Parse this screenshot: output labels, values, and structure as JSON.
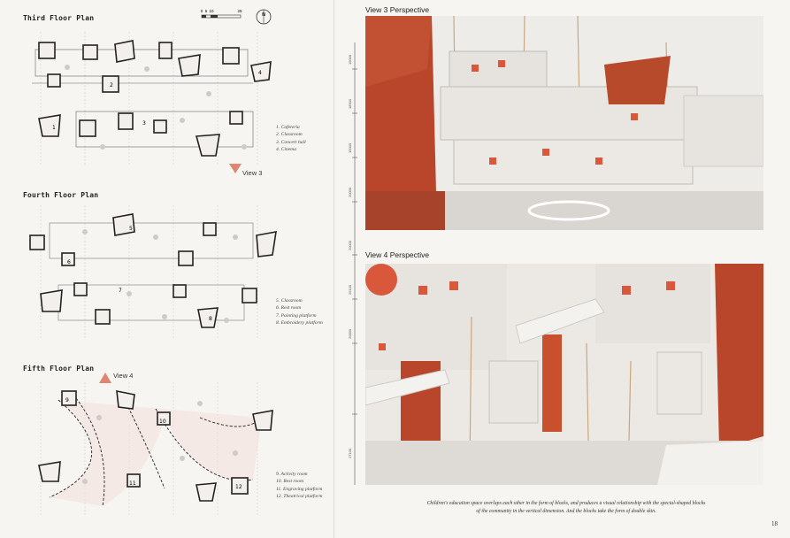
{
  "left_page": {
    "scale_labels": [
      "0",
      "5",
      "10",
      "25"
    ],
    "north_label": "N",
    "third_floor": {
      "title": "Third Floor Plan",
      "legend": [
        "1. Cafeteria",
        "2. Classroom",
        "3. Concert hall",
        "4. Cinema"
      ],
      "room_numbers": [
        "1",
        "2",
        "3",
        "4"
      ]
    },
    "view3_marker": "View 3",
    "fourth_floor": {
      "title": "Fourth Floor Plan",
      "legend": [
        "5. Classroom",
        "6. Rest room",
        "7. Painting platform",
        "8. Embroidery platform"
      ],
      "room_numbers": [
        "5",
        "6",
        "7",
        "8"
      ]
    },
    "fifth_floor": {
      "title": "Fifth Floor Plan",
      "legend": [
        "9. Activity room",
        "10. Rest room",
        "11. Engraving platform",
        "12. Theatrical platform"
      ],
      "room_numbers": [
        "9",
        "10",
        "11",
        "12"
      ]
    },
    "view4_marker": "View 4",
    "colors": {
      "accent": "#d96a4f",
      "line": "#555555"
    }
  },
  "right_page": {
    "view3_title": "View 3 Perspective",
    "view4_title": "View 4 Perspective",
    "dimension_labels": [
      "15000",
      "18900",
      "15000",
      "20000",
      "20000",
      "25100",
      "20000",
      "27100"
    ],
    "caption": [
      "Children's education space overlaps each other in the form of blocks, and produces a visual relationship with the special-shaped blocks",
      "of the community in the vertical dimension. And the blocks take the form of double skin."
    ],
    "page_number": "18",
    "colors": {
      "terracotta": "#b9452a",
      "facade": "#e9e6e2",
      "tree": "#c8a77c"
    }
  }
}
